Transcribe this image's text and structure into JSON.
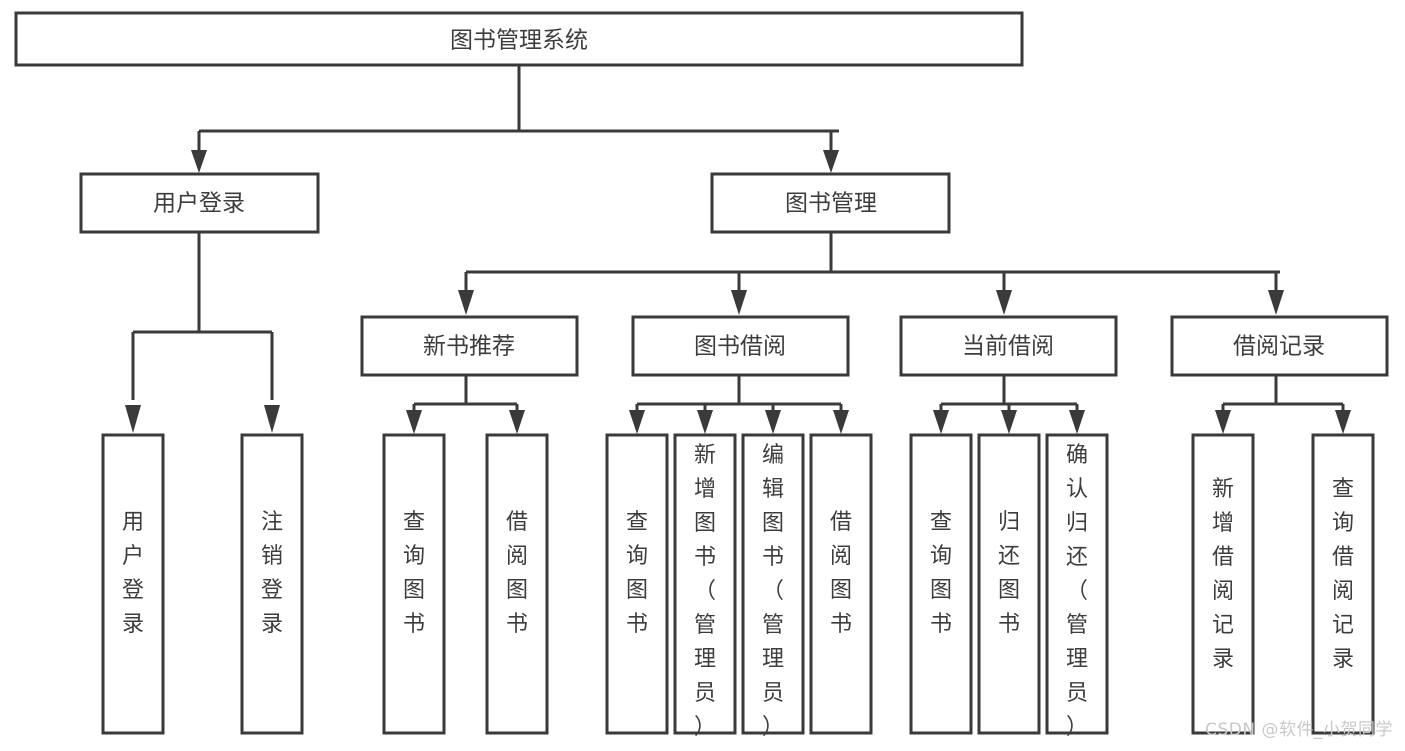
{
  "diagram": {
    "type": "tree",
    "title": "图书管理系统",
    "watermark": "CSDN @软件_小贺同学",
    "colors": {
      "stroke": "#3a3a3a",
      "text": "#3d3d3d",
      "background": "#ffffff",
      "watermark": "#c9c9c9"
    },
    "root": {
      "id": "root",
      "label": "图书管理系统"
    },
    "level2": [
      {
        "id": "user-login",
        "label": "用户登录"
      },
      {
        "id": "book-manage",
        "label": "图书管理"
      }
    ],
    "level3": [
      {
        "id": "new-book-recommend",
        "label": "新书推荐",
        "parent": "book-manage"
      },
      {
        "id": "book-borrow",
        "label": "图书借阅",
        "parent": "book-manage"
      },
      {
        "id": "current-borrow",
        "label": "当前借阅",
        "parent": "book-manage"
      },
      {
        "id": "borrow-record",
        "label": "借阅记录",
        "parent": "book-manage"
      }
    ],
    "leaves": {
      "user-login": [
        {
          "id": "leaf-user-login",
          "label": "用户登录"
        },
        {
          "id": "leaf-user-logout",
          "label": "注销登录"
        }
      ],
      "new-book-recommend": [
        {
          "id": "leaf-query-book-1",
          "label": "查询图书"
        },
        {
          "id": "leaf-borrow-book-1",
          "label": "借阅图书"
        }
      ],
      "book-borrow": [
        {
          "id": "leaf-query-book-2",
          "label": "查询图书"
        },
        {
          "id": "leaf-add-book",
          "label": "新增图书（管理员）"
        },
        {
          "id": "leaf-edit-book",
          "label": "编辑图书（管理员）"
        },
        {
          "id": "leaf-borrow-book-2",
          "label": "借阅图书"
        }
      ],
      "current-borrow": [
        {
          "id": "leaf-query-book-3",
          "label": "查询图书"
        },
        {
          "id": "leaf-return-book",
          "label": "归还图书"
        },
        {
          "id": "leaf-confirm-return",
          "label": "确认归还（管理员）"
        }
      ],
      "borrow-record": [
        {
          "id": "leaf-add-record",
          "label": "新增借阅记录"
        },
        {
          "id": "leaf-query-record",
          "label": "查询借阅记录"
        }
      ]
    }
  }
}
